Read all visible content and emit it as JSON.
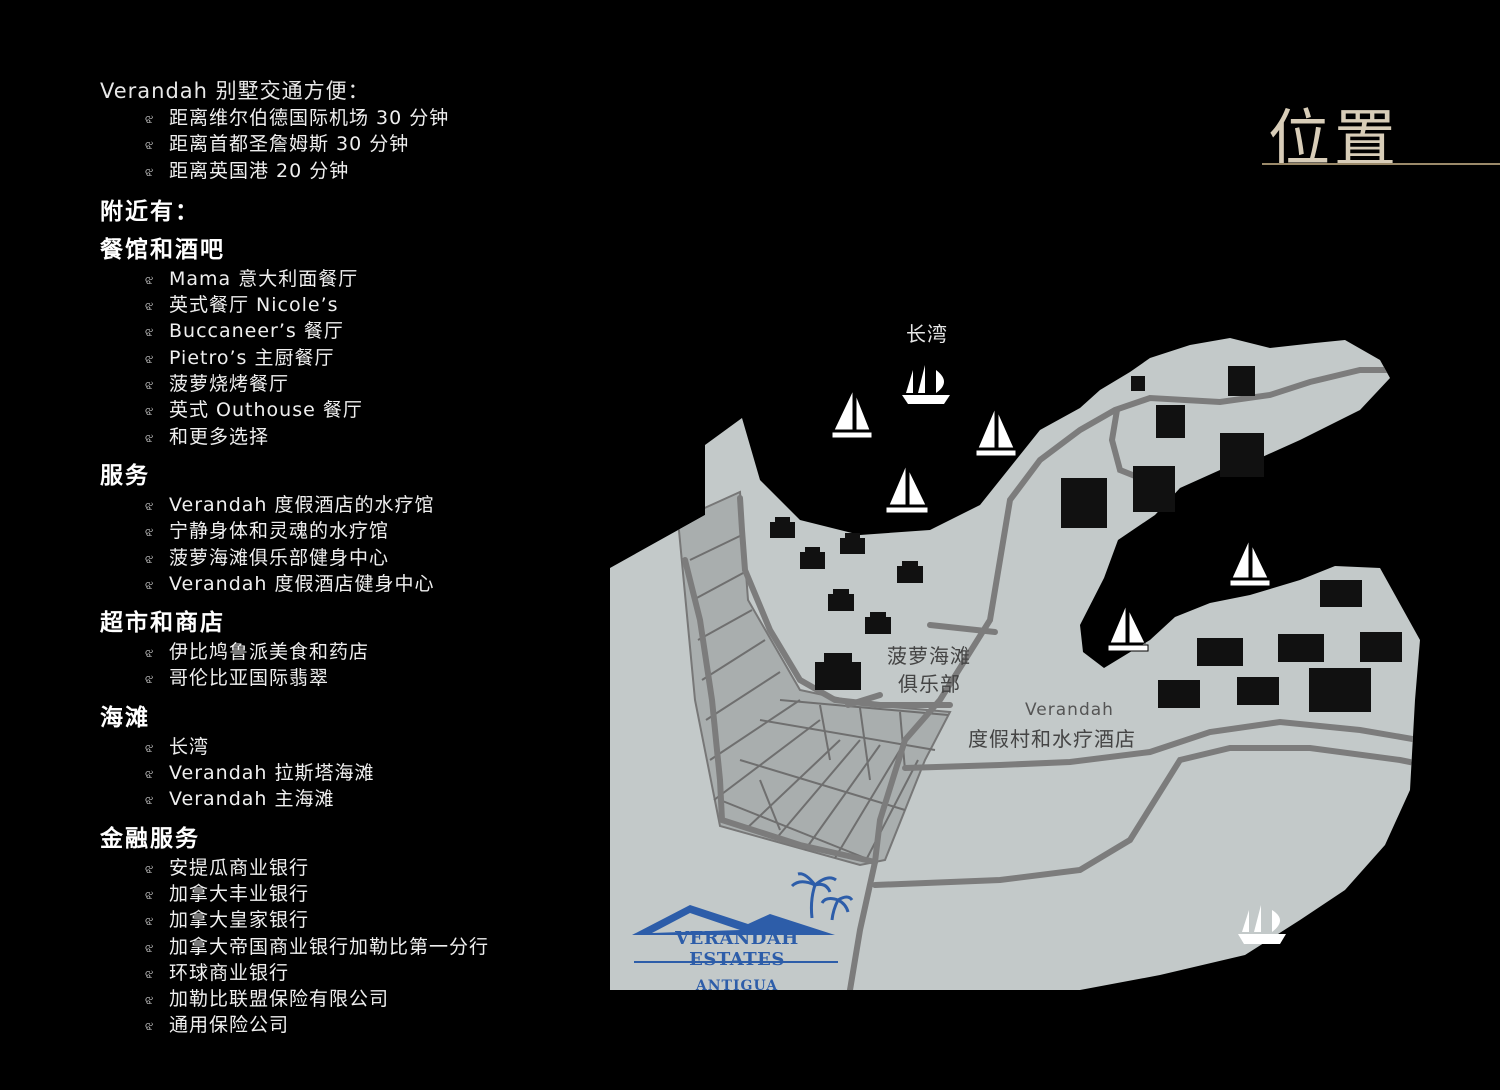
{
  "intro": {
    "heading": "Verandah 别墅交通方便：",
    "items": [
      "距离维尔伯德国际机场 30 分钟",
      "距离首都圣詹姆斯 30 分钟",
      "距离英国港 20 分钟"
    ]
  },
  "nearby_heading": "附近有：",
  "sections": [
    {
      "title": "餐馆和酒吧",
      "items": [
        "Mama 意大利面餐厅",
        "英式餐厅 Nicole’s",
        "Buccaneer’s 餐厅",
        "Pietro’s 主厨餐厅",
        "菠萝烧烤餐厅",
        "英式 Outhouse 餐厅",
        "和更多选择"
      ]
    },
    {
      "title": "服务",
      "items": [
        "Verandah 度假酒店的水疗馆",
        "宁静身体和灵魂的水疗馆",
        "菠萝海滩俱乐部健身中心",
        "Verandah 度假酒店健身中心"
      ]
    },
    {
      "title": "超市和商店",
      "items": [
        "伊比鸠鲁派美食和药店",
        "哥伦比亚国际翡翠"
      ]
    },
    {
      "title": "海滩",
      "items": [
        "长湾",
        "Verandah 拉斯塔海滩",
        "Verandah 主海滩"
      ]
    },
    {
      "title": "金融服务",
      "items": [
        "安提瓜商业银行",
        "加拿大丰业银行",
        "加拿大皇家银行",
        "加拿大帝国商业银行加勒比第一分行",
        "环球商业银行",
        "加勒比联盟保险有限公司",
        "通用保险公司"
      ]
    }
  ],
  "bullet_glyph": "ଝ",
  "page_title": "位置",
  "map": {
    "label_long_bay": "长湾",
    "label_club_line1": "菠萝海滩",
    "label_club_line2": "俱乐部",
    "label_resort_line1": "Verandah",
    "label_resort_line2": "度假村和水疗酒店",
    "logo_line1": "VERANDAH ESTATES",
    "logo_line2": "ANTIGUA",
    "icons": [
      "sailboat-icon",
      "ship-icon",
      "villa-icon",
      "apartment-building-icon",
      "hotel-building-icon",
      "palm-tree-icon"
    ]
  },
  "colors": {
    "background": "#000000",
    "land": "#c3c9c9",
    "road": "#7c7c7c",
    "title": "#d8cdb8",
    "logo": "#2d5da9",
    "lots": "#a9aeae"
  }
}
